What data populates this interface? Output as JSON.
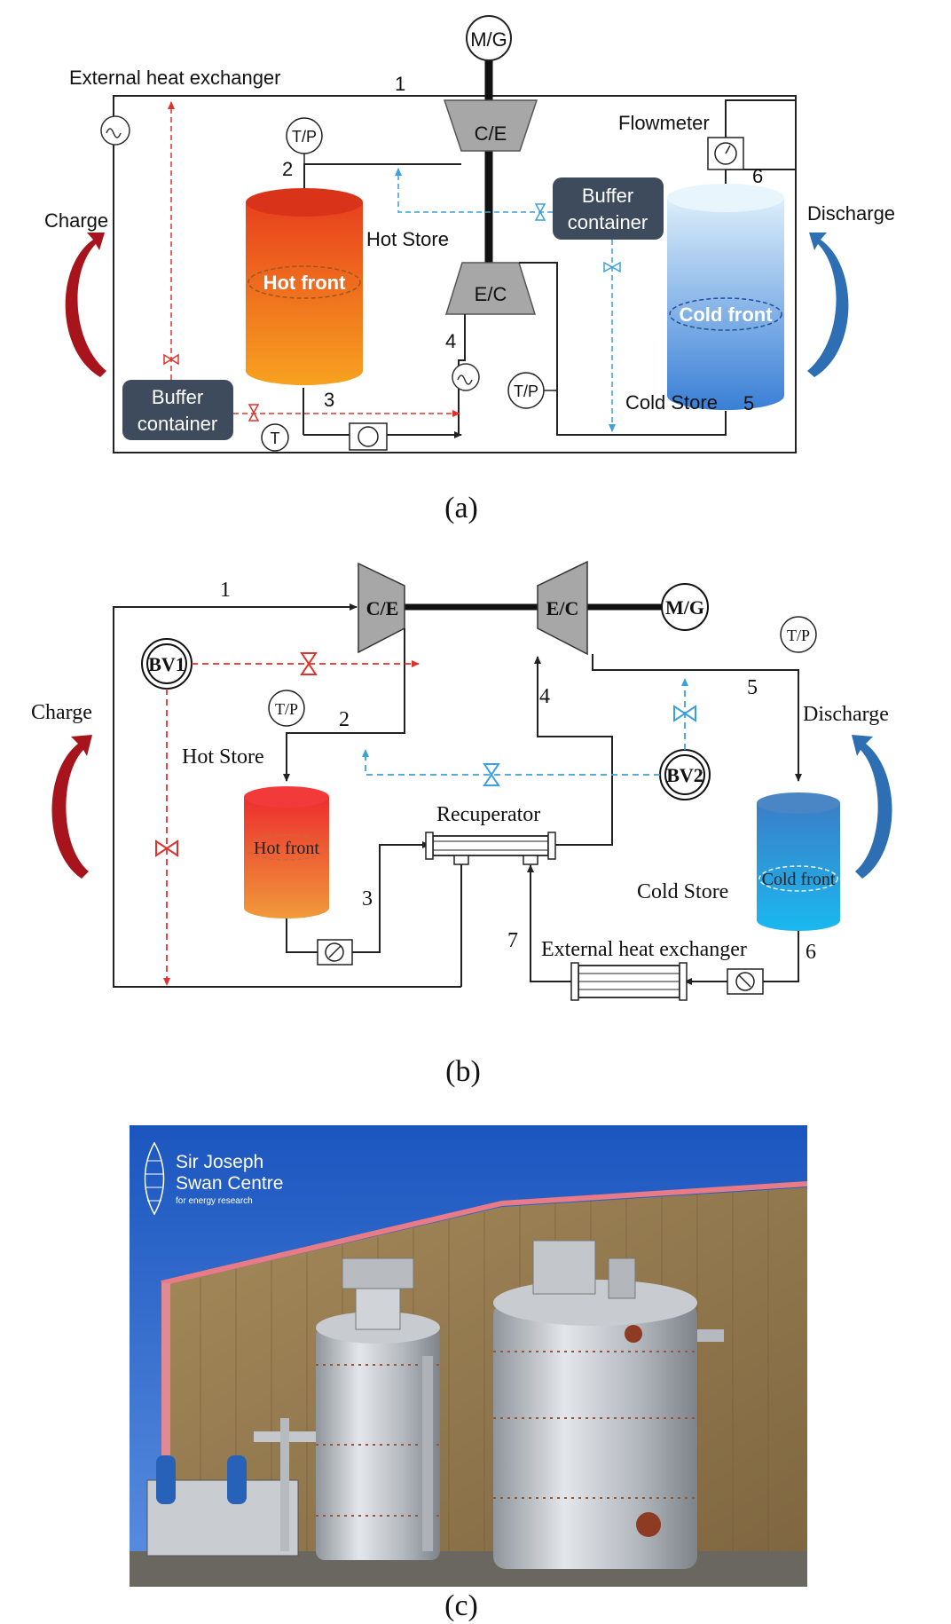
{
  "panel_a": {
    "caption": "(a)",
    "motor_generator": "M/G",
    "compressor_expander": "C/E",
    "expander_compressor": "E/C",
    "external_hx": "External heat exchanger",
    "flowmeter": "Flowmeter",
    "tp_sensor": "T/P",
    "t_sensor": "T",
    "charge": "Charge",
    "discharge": "Discharge",
    "hot_store": "Hot Store",
    "hot_front": "Hot front",
    "cold_store": "Cold Store",
    "cold_front": "Cold front",
    "buffer_line1": "Buffer",
    "buffer_line2": "container",
    "point_labels": [
      "1",
      "2",
      "3",
      "4",
      "5",
      "6"
    ]
  },
  "panel_b": {
    "caption": "(b)",
    "compressor_expander": "C/E",
    "expander_compressor": "E/C",
    "motor_generator": "M/G",
    "bv1": "BV1",
    "bv2": "BV2",
    "tp_sensor": "T/P",
    "charge": "Charge",
    "discharge": "Discharge",
    "hot_store": "Hot Store",
    "hot_front": "Hot front",
    "recuperator": "Recuperator",
    "cold_store": "Cold Store",
    "cold_front": "Cold front",
    "external_hx": "External heat exchanger",
    "point_labels": [
      "1",
      "2",
      "3",
      "4",
      "5",
      "6",
      "7"
    ]
  },
  "panel_c": {
    "caption": "(c)",
    "logo_line1": "Sir Joseph",
    "logo_line2": "Swan Centre",
    "logo_line3": "for energy research"
  },
  "colors": {
    "hot_top": "#e8401e",
    "hot_bottom": "#f7a21f",
    "cold_top": "#d6ecfb",
    "cold_bottom": "#3a7fd6",
    "buffer_box": "#3d4b5c",
    "charge_arrow": "#a8141c",
    "discharge_arrow": "#2e6fb3",
    "dashed_red": "#e0322c",
    "dashed_blue": "#3aa0e0",
    "machine_grey": "#a7a7a7"
  }
}
